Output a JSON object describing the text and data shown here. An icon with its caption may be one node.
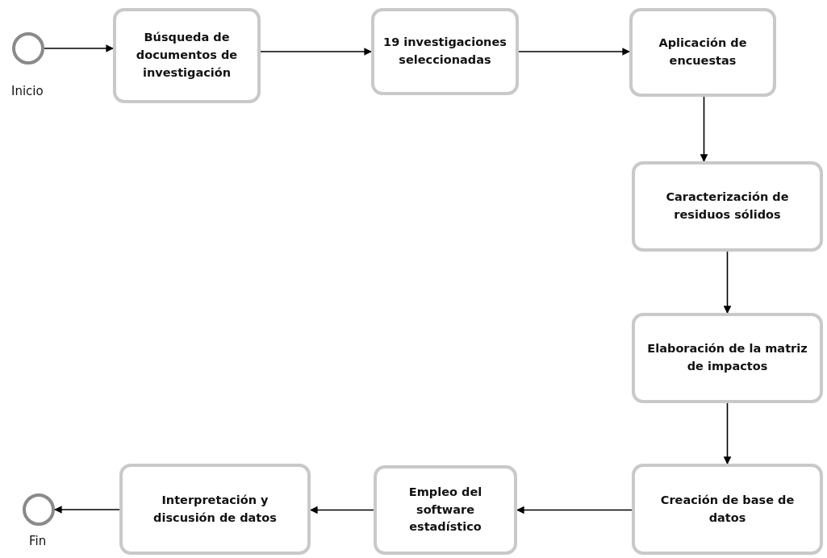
{
  "diagram": {
    "nodes": [
      {
        "text": [],
        "shape": "circle",
        "beside": [
          "Inicio"
        ]
      },
      {
        "text": [
          "Búsqueda de documentos de investigación"
        ]
      },
      {
        "text": [
          "19 investigaciones seleccionadas"
        ]
      },
      {
        "text": [
          "Aplicación de encuestas"
        ]
      },
      {
        "text": [
          "Caracterización de residuos sólidos"
        ]
      },
      {
        "text": [
          "Elaboración de la matriz de impactos"
        ]
      },
      {
        "text": [
          "Creación de base de datos"
        ]
      },
      {
        "text": [
          "Empleo del software estadístico"
        ]
      },
      {
        "text": [
          "Interpretación y discusión de datos"
        ]
      },
      {
        "text": [],
        "shape": "circle",
        "beside": [
          "Fin"
        ]
      }
    ],
    "edges": [
      {
        "from": 0,
        "to": 1,
        "arrow": "to"
      },
      {
        "from": 1,
        "to": 2,
        "arrow": "to"
      },
      {
        "from": 2,
        "to": 3,
        "arrow": "to"
      },
      {
        "from": 3,
        "to": 4,
        "arrow": "to"
      },
      {
        "from": 4,
        "to": 5,
        "arrow": "to"
      },
      {
        "from": 5,
        "to": 6,
        "arrow": "to"
      },
      {
        "from": 6,
        "to": 7,
        "arrow": "to"
      },
      {
        "from": 7,
        "to": 8,
        "arrow": "to"
      },
      {
        "from": 8,
        "to": 9,
        "arrow": "to"
      }
    ]
  }
}
